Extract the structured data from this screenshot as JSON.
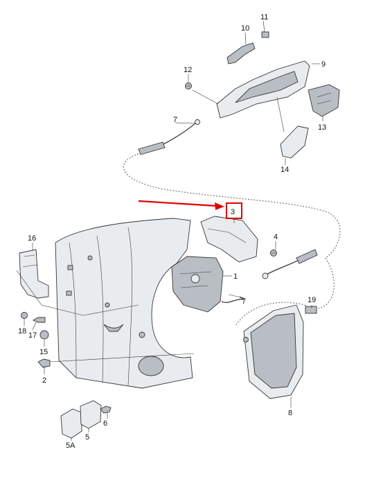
{
  "callouts": {
    "p1": "1",
    "p2": "2",
    "p3": "3",
    "p4": "4",
    "p5": "5",
    "p5a": "5A",
    "p6": "6",
    "p7a": "7",
    "p7b": "7",
    "p8": "8",
    "p9": "9",
    "p10": "10",
    "p11": "11",
    "p12": "12",
    "p13": "13",
    "p14": "14",
    "p15": "15",
    "p16": "16",
    "p17": "17",
    "p18": "18",
    "p19": "19"
  },
  "highlight": {
    "color": "#e00000",
    "target_callout": "3"
  },
  "colors": {
    "part_fill": "#e9ecef",
    "outline": "#333333"
  }
}
